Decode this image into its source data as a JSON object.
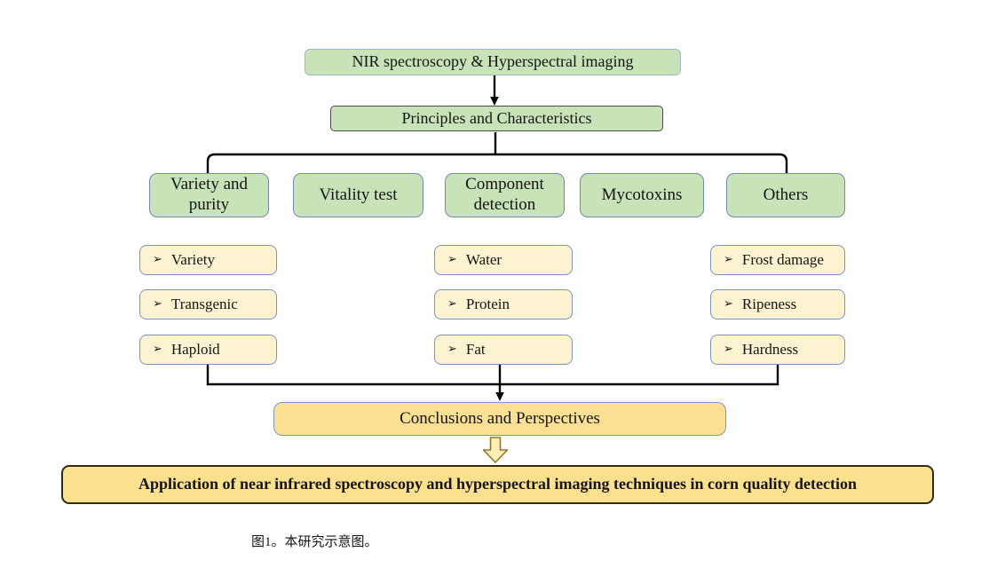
{
  "colors": {
    "green_fill": "#c9e3b8",
    "top_box_border": "#9cb6d6",
    "principles_border": "#4a4a4a",
    "category_border": "#7189b5",
    "sub_fill": "#fdf3d0",
    "sub_border": "#7d92bd",
    "gold_fill": "#fbdf92",
    "gold_border": "#7d96c4",
    "application_fill": "#fbe08e",
    "application_border": "#2f2c16",
    "block_arrow_fill": "#fceeb4",
    "block_arrow_border": "#8f7a2e",
    "connector": "#000000"
  },
  "top_box": {
    "label": "NIR spectroscopy & Hyperspectral imaging"
  },
  "principles_box": {
    "label": "Principles and Characteristics"
  },
  "categories": [
    {
      "label": "Variety and purity"
    },
    {
      "label": "Vitality test"
    },
    {
      "label": "Component detection"
    },
    {
      "label": "Mycotoxins"
    },
    {
      "label": "Others"
    }
  ],
  "bullet_icon": "➢",
  "sub_columns": [
    {
      "items": [
        "Variety",
        "Transgenic",
        "Haploid"
      ]
    },
    {
      "items": [
        "Water",
        "Protein",
        "Fat"
      ]
    },
    {
      "items": [
        "Frost damage",
        "Ripeness",
        "Hardness"
      ]
    }
  ],
  "conclusions_box": {
    "label": "Conclusions and Perspectives"
  },
  "application_box": {
    "label": "Application of near infrared spectroscopy and hyperspectral imaging techniques in corn quality detection"
  },
  "caption": "图1。本研究示意图。"
}
